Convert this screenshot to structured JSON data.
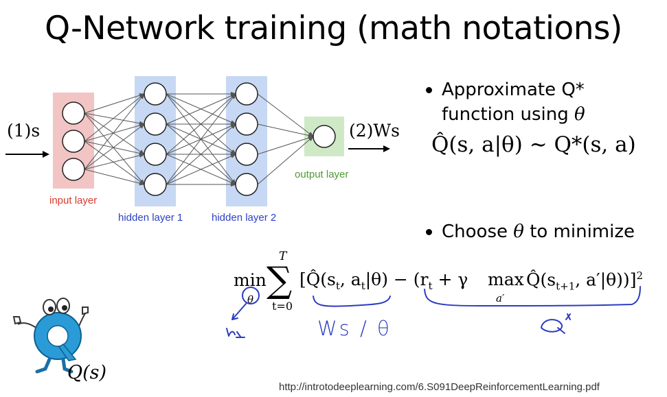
{
  "slide": {
    "title": "Q-Network training (math notations)",
    "url": "http://introtodeeplearning.com/6.S091DeepReinforcementLearning.pdf"
  },
  "network": {
    "input_annotation": "(1)s",
    "output_annotation": "(2)Ws",
    "labels": {
      "input": "input layer",
      "hidden1": "hidden layer 1",
      "hidden2": "hidden layer 2",
      "output": "output layer"
    },
    "colors": {
      "input": "#f2c4c4",
      "hidden": "#c6d8f3",
      "output": "#cfe9c6",
      "input_text": "#d63a2f",
      "hidden_text": "#2c3fc8",
      "output_text": "#4e9a35"
    }
  },
  "bullets": {
    "b1_line1": "Approximate Q*",
    "b1_line2_text": "function using",
    "theta": "θ",
    "b1_formula": "Q̂(s, a|θ) ∼ Q*(s, a)",
    "b2_text": "Choose",
    "b2_after": "to minimize"
  },
  "loss": {
    "min_label": "min",
    "sum_upper": "T",
    "sum_lower": "t=0",
    "max_label": "max",
    "max_sub": "a′"
  },
  "handwriting": {
    "under_first": "Ws / θ",
    "under_second": "Q*"
  },
  "mascot": {
    "letter": "Q",
    "caption": "Q(s)"
  }
}
